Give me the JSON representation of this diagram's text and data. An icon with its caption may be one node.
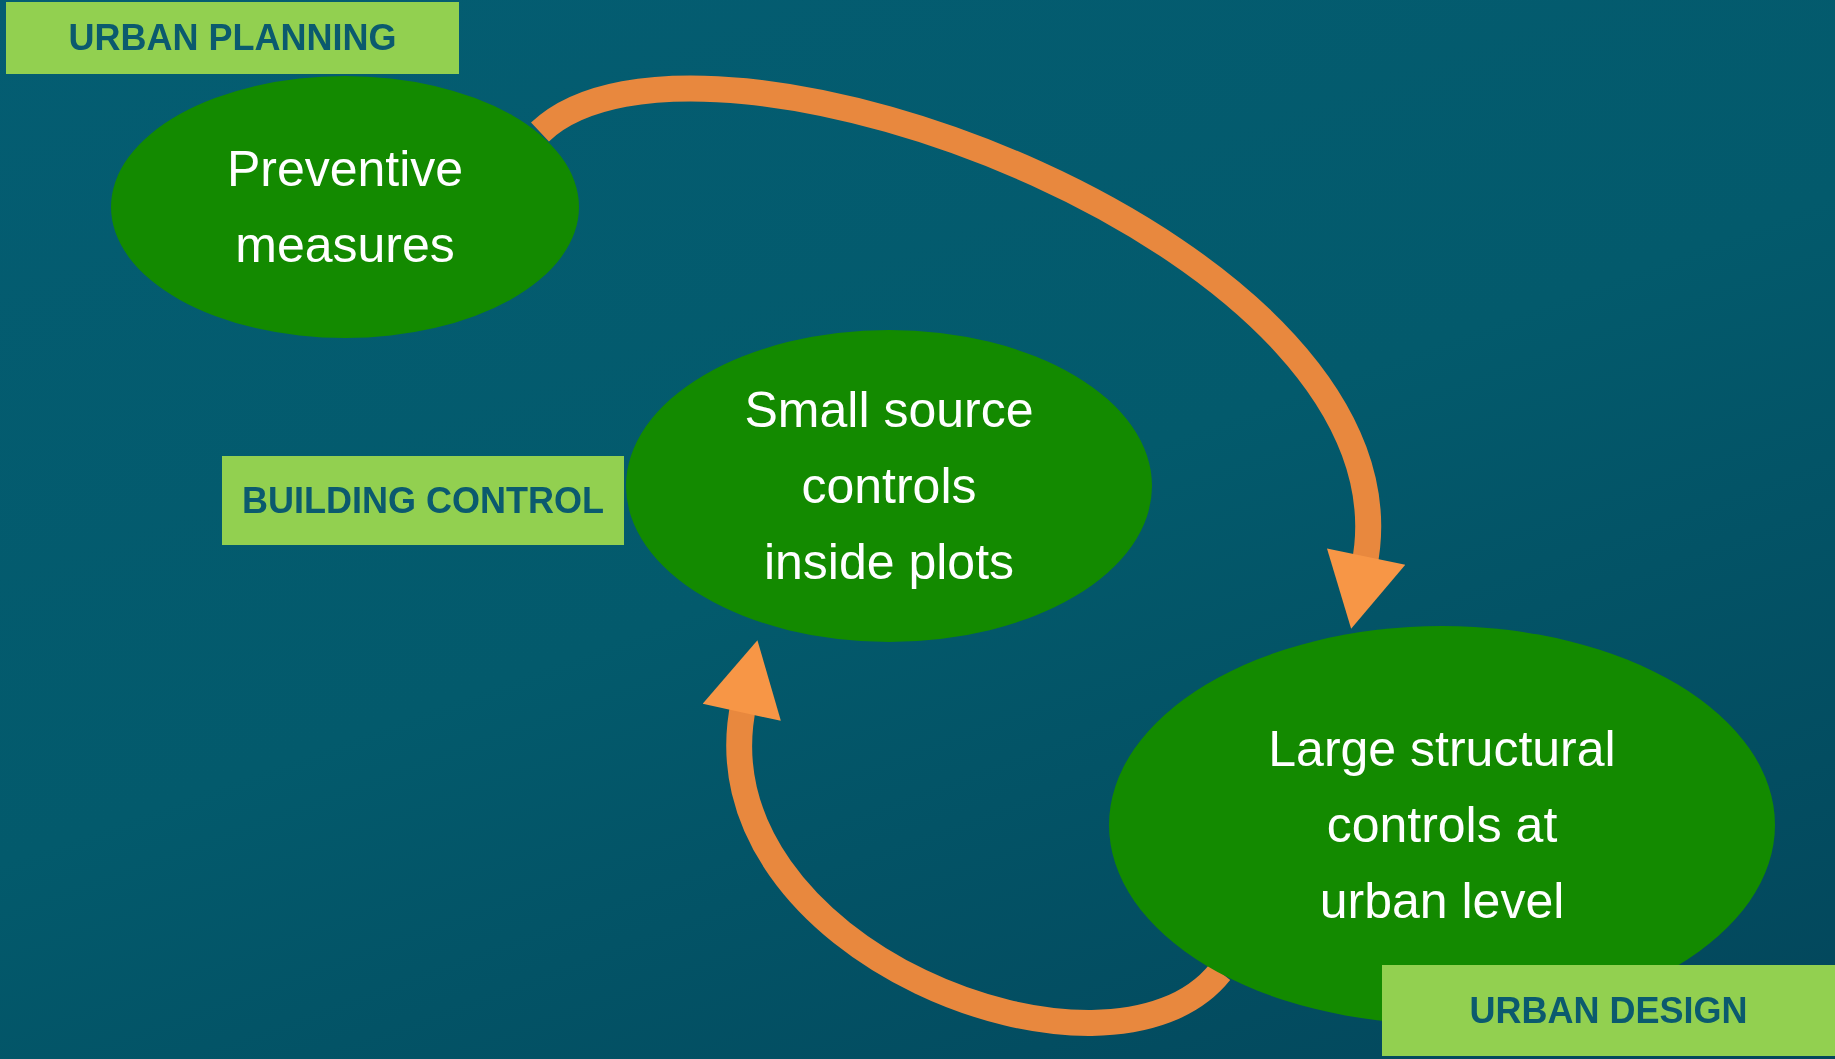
{
  "diagram": {
    "nodes": [
      {
        "text": [
          "URBAN PLANNING"
        ]
      },
      {
        "text": [
          "Preventive measures"
        ]
      },
      {
        "text": [
          "Small source controls inside plots"
        ]
      },
      {
        "text": [
          "BUILDING CONTROL"
        ]
      },
      {
        "text": [
          "Large structural controls at urban level"
        ]
      },
      {
        "text": [
          "URBAN DESIGN"
        ]
      }
    ],
    "edges": [
      {
        "from": 1,
        "to": 4,
        "arrow": "to"
      },
      {
        "from": 4,
        "to": 2,
        "arrow": "to"
      }
    ]
  }
}
